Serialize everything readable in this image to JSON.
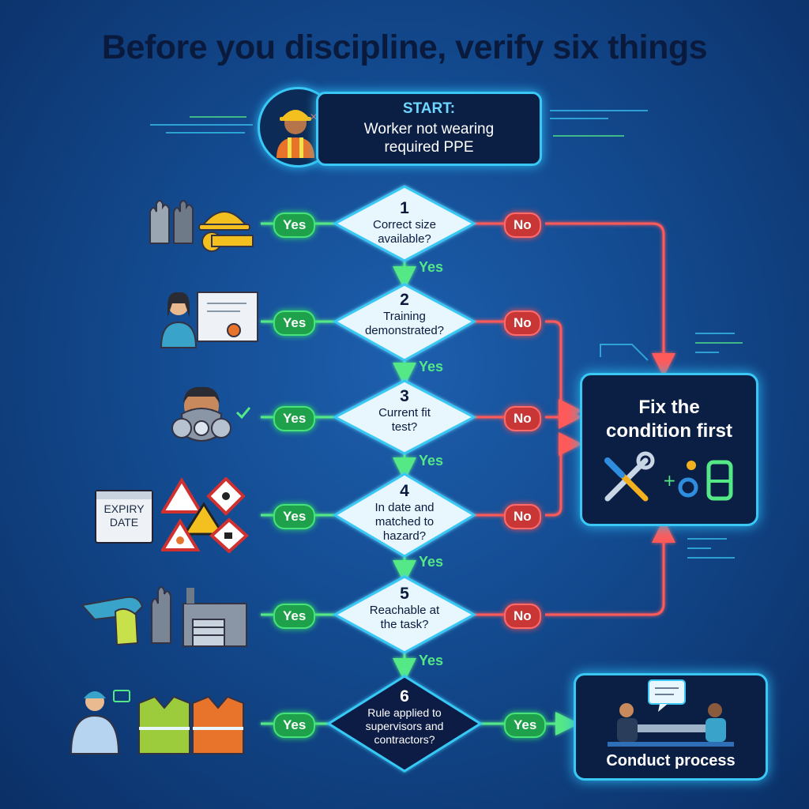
{
  "title": "Before you discipline, verify six things",
  "start": {
    "label": "START:",
    "text": "Worker not wearing required PPE"
  },
  "checks": [
    {
      "num": "1",
      "question": "Correct size available?",
      "yes_left": "Yes",
      "no": "No",
      "yes_down": "Yes"
    },
    {
      "num": "2",
      "question": "Training demonstrated?",
      "yes_left": "Yes",
      "no": "No",
      "yes_down": "Yes"
    },
    {
      "num": "3",
      "question": "Current fit test?",
      "yes_left": "Yes",
      "no": "No",
      "yes_down": "Yes"
    },
    {
      "num": "4",
      "question": "In date and matched to hazard?",
      "yes_left": "Yes",
      "no": "No",
      "yes_down": "Yes"
    },
    {
      "num": "5",
      "question": "Reachable at the task?",
      "yes_left": "Yes",
      "no": "No",
      "yes_down": "Yes"
    },
    {
      "num": "6",
      "question": "Rule applied to supervisors and contractors?",
      "yes_left": "Yes",
      "yes_right": "Yes"
    }
  ],
  "fix_box": {
    "text": "Fix the condition first"
  },
  "conduct_box": {
    "text": "Conduct process"
  },
  "expiry_icon": {
    "text": "EXPIRY DATE"
  },
  "icons": [
    "gloves-hardhat-tape-icon",
    "trainee-certificate-icon",
    "respirator-mask-icon",
    "hazard-signs-icon",
    "hand-glove-workshop-icon",
    "worker-vests-icon",
    "tools-icon",
    "conversation-icon"
  ],
  "colors": {
    "yes": "#1fa04a",
    "no": "#c93636",
    "accent": "#39c8f5",
    "title": "#0a1a3c"
  }
}
